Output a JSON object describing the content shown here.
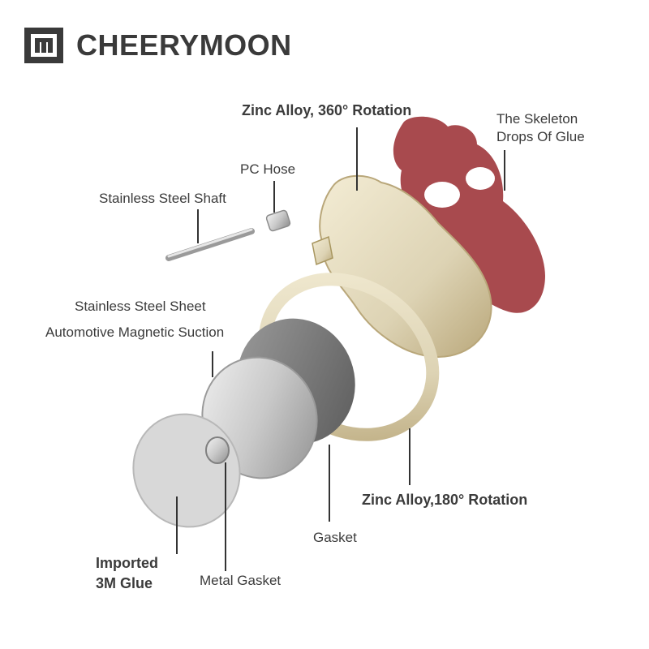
{
  "brand": {
    "name": "CHEERYMOON",
    "icon": "cheerymoon-logo-icon"
  },
  "parts": {
    "zinc_alloy_360": "Zinc Alloy, 360° Rotation",
    "skeleton_line1": "The Skeleton",
    "skeleton_line2": "Drops Of Glue",
    "pc_hose": "PC Hose",
    "stainless_shaft": "Stainless Steel Shaft",
    "stainless_sheet": "Stainless Steel Sheet",
    "magnetic_suction": "Automotive Magnetic Suction",
    "zinc_alloy_180": "Zinc Alloy,180° Rotation",
    "gasket": "Gasket",
    "imported_line1": "Imported",
    "imported_line2": "3M Glue",
    "metal_gasket": "Metal Gasket"
  },
  "colors": {
    "text": "#3b3b3b",
    "glue_red": "#a84a4e",
    "gold": "#e4dcc2",
    "steel": "#c9c9c9"
  }
}
